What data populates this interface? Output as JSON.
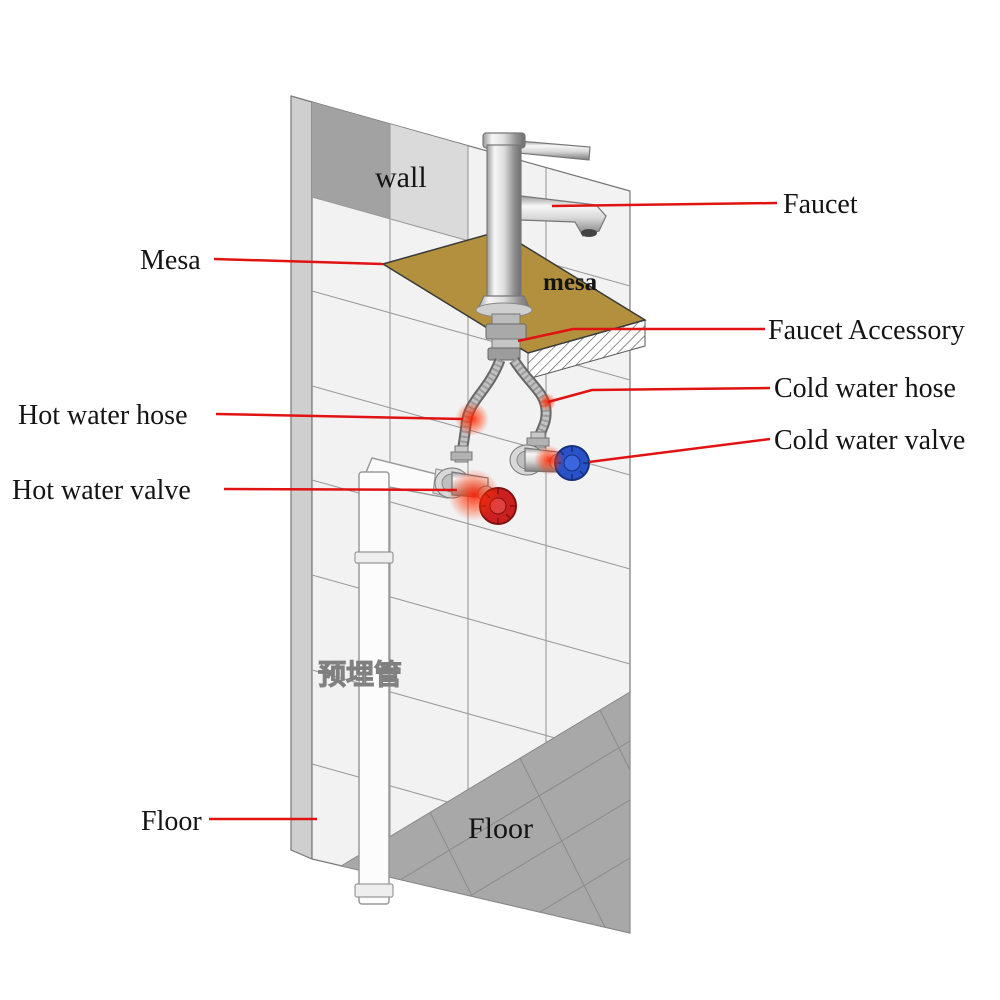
{
  "diagram": {
    "title_hint": "Faucet installation diagram",
    "labels": {
      "wall": "wall",
      "mesa_left": "Mesa",
      "mesa_on_counter": "mesa",
      "faucet": "Faucet",
      "faucet_accessory": "Faucet Accessory",
      "cold_water_hose": "Cold water hose",
      "cold_water_valve": "Cold water valve",
      "hot_water_hose": "Hot water hose",
      "hot_water_valve": "Hot water valve",
      "floor_left": "Floor",
      "floor_surface": "Floor",
      "embedded_pipe_cn": "预埋管"
    },
    "colors": {
      "leader_line": "#e01212",
      "counter_tan": "#b3903e",
      "floor_gray": "#a8a8a8",
      "wall_tile": "#f2f2f2",
      "hot_handle_red": "#cc2020",
      "cold_handle_blue": "#2a52c8",
      "glow_red": "#ff2a00"
    }
  }
}
